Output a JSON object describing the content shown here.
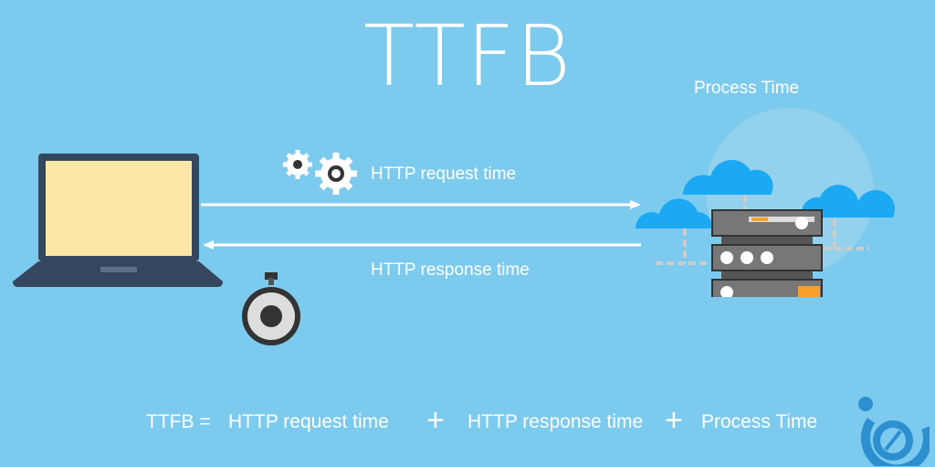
{
  "title": "TTFB",
  "labels": {
    "process_time": "Process Time",
    "request": "HTTP request time",
    "response": "HTTP response time"
  },
  "formula": {
    "lhs": "TTFB =",
    "term1": "HTTP request time",
    "plus1": "+",
    "term2": "HTTP response time",
    "plus2": "+",
    "term3": "Process Time"
  },
  "colors": {
    "background": "#7ccbee",
    "cloud": "#1aa9f2",
    "server": "#5a5a5a",
    "accent": "#f7a12b",
    "screen": "#fde7a6"
  }
}
